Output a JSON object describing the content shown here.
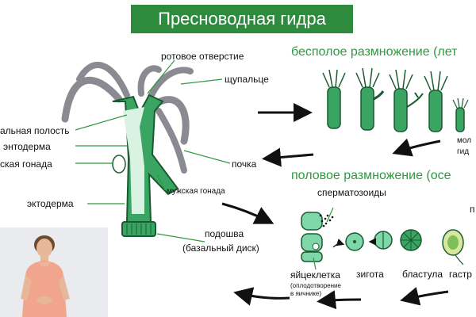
{
  "title": "Пресноводная гидра",
  "labels": {
    "mouth": "ротовое отверстие",
    "tentacle": "щупальце",
    "cavity": "альная полость",
    "endoderm": "энтодерма",
    "gonad": "ская гонада",
    "ectoderm": "эктодерма",
    "bud": "почка",
    "male_gonad": "мужская гонада",
    "sole_line1": "подошва",
    "sole_line2": "(базальный диск)"
  },
  "asexual": {
    "heading": "бесполое размножение (лет",
    "young_line1": "мол",
    "young_line2": "гид"
  },
  "sexual": {
    "heading": "половое размножение (осе",
    "sperm": "сперматозоиды",
    "egg": "яйцеклетка",
    "fert_line1": "(оплодотворение",
    "fert_line2": "в яичнике)",
    "zygote": "зигота",
    "blastula": "бластула",
    "gastrula": "гастр",
    "edge_letter": "п"
  },
  "colors": {
    "title_bg": "#2e8b3e",
    "heading": "#2e9a3e",
    "body": "#3aa562",
    "tentacle": "#8a8a93",
    "cell": "#7fd6a8"
  }
}
